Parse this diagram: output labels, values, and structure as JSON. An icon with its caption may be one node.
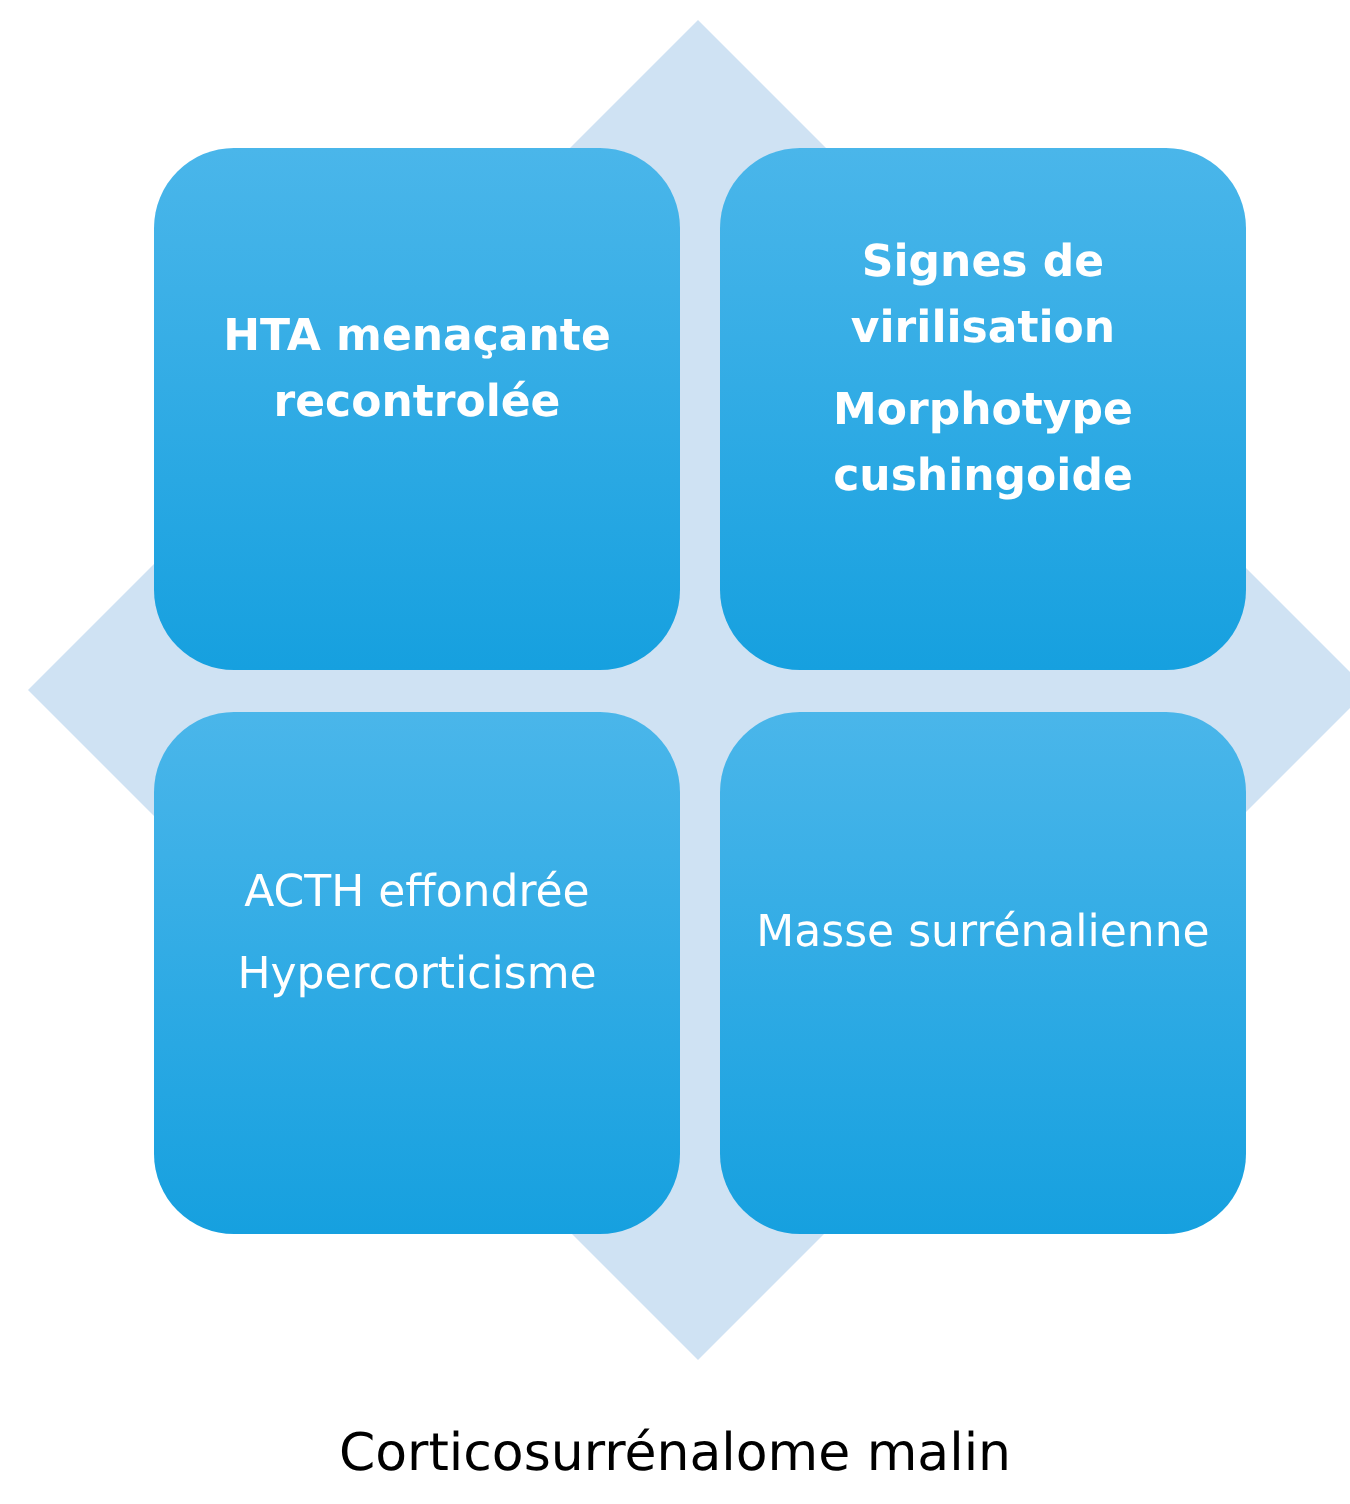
{
  "diagram": {
    "caption": "Corticosurrénalome malin",
    "nodes": [
      {
        "text": [
          "HTA menaçante recontrolée"
        ]
      },
      {
        "text": [
          "Signes de virilisation",
          "Morphotype cushingoide"
        ]
      },
      {
        "text": [
          "ACTH effondrée",
          "Hypercorticisme"
        ]
      },
      {
        "text": [
          "Masse surrénalienne"
        ]
      }
    ],
    "edges": []
  }
}
